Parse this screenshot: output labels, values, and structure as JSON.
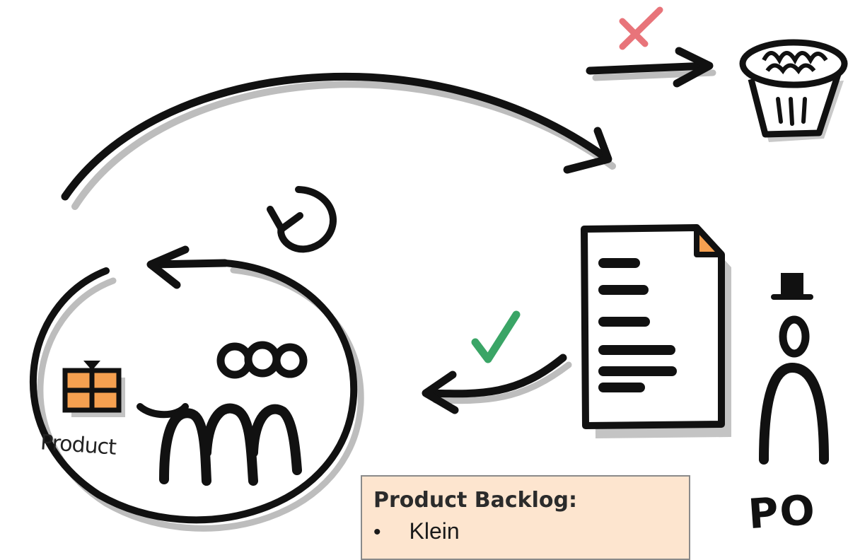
{
  "labels": {
    "product": "Product",
    "po": "PO"
  },
  "backlog": {
    "title": "Product Backlog:",
    "items": [
      "Klein"
    ]
  },
  "colors": {
    "ink": "#111111",
    "reject_mark": "#e8747a",
    "accept_mark": "#3aa566",
    "product_fill": "#f5a050",
    "document_corner": "#f5a050",
    "note_background": "#fde5cf"
  },
  "icons": [
    "reject-cross-icon",
    "trash-bin-icon",
    "document-icon",
    "accept-check-icon",
    "product-gift-icon",
    "cycle-arrow-icon",
    "team-icon",
    "product-owner-icon"
  ]
}
